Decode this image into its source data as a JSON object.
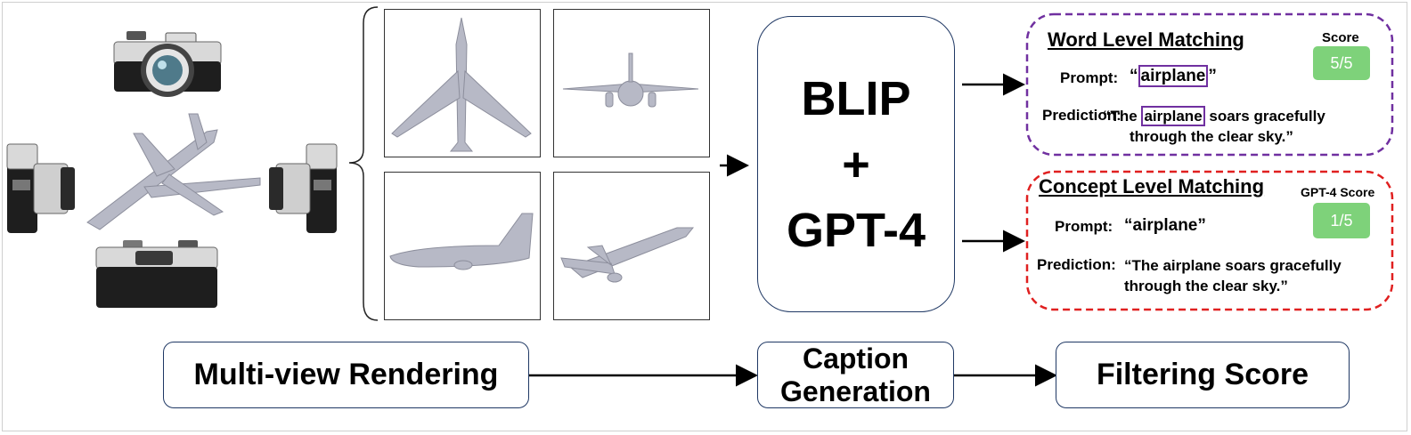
{
  "stages": {
    "rendering": "Multi-view Rendering",
    "caption_line1": "Caption",
    "caption_line2": "Generation",
    "filtering": "Filtering Score"
  },
  "model": {
    "line1": "BLIP",
    "line2": "+",
    "line3": "GPT-4"
  },
  "word_level": {
    "title": "Word Level Matching",
    "score_label": "Score",
    "score": "5/5",
    "prompt_label": "Prompt:",
    "prompt_open": "“",
    "prompt_word": "airplane",
    "prompt_close": "”",
    "prediction_label": "Prediction:",
    "pred_open": "“The ",
    "pred_word": "airplane",
    "pred_rest": " soars gracefully",
    "pred_line2": "through the clear sky.”",
    "border_color": "#7030a0"
  },
  "concept_level": {
    "title": "Concept Level Matching",
    "score_label": "GPT-4 Score",
    "score": "1/5",
    "prompt_label": "Prompt:",
    "prompt_text": "“airplane”",
    "prediction_label": "Prediction:",
    "pred_line1": "“The airplane soars gracefully",
    "pred_line2": "through the clear sky.”",
    "border_color": "#e02020"
  },
  "colors": {
    "score_badge": "#7ed27a",
    "stage_border": "#1f3864",
    "airplane": "#b7b9c6"
  }
}
